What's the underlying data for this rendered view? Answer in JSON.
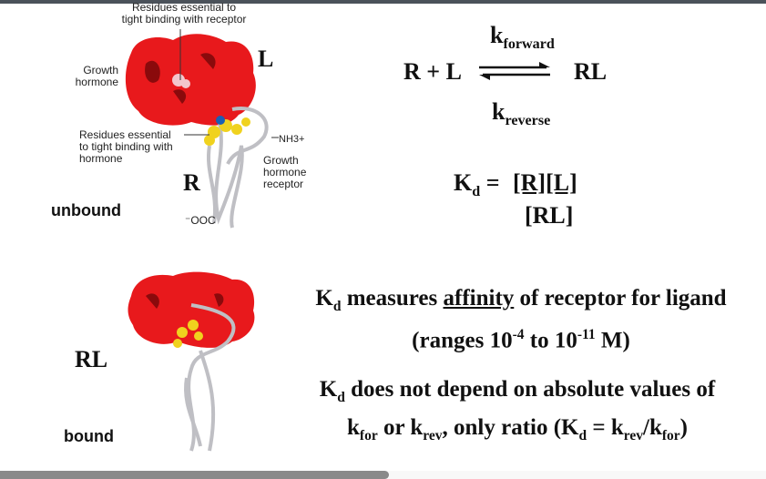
{
  "slide": {
    "unbound_figure": {
      "top_annotation": [
        "Residues essential to",
        "tight binding with receptor"
      ],
      "hormone_label": [
        "Growth",
        "hormone"
      ],
      "receptor_annotation": [
        "Residues essential",
        "to tight binding with",
        "hormone"
      ],
      "nh3": "NH3+",
      "receptor_label": [
        "Growth",
        "hormone",
        "receptor"
      ],
      "ooc": "⁻OOC",
      "L": "L",
      "R": "R",
      "state": "unbound"
    },
    "bound_figure": {
      "RL": "RL",
      "state": "bound"
    },
    "equation": {
      "k_forward": "k",
      "k_forward_sub": "forward",
      "lhs": "R + L",
      "rhs": "RL",
      "k_reverse": "k",
      "k_reverse_sub": "reverse"
    },
    "kd_formula": {
      "K": "K",
      "sub": "d",
      "eq": "=",
      "numerator": "[R][L]",
      "denominator": "[RL]"
    },
    "statement1": {
      "K": "K",
      "sub": "d",
      "text1": " measures ",
      "underlined": "affinity",
      "text2": " of receptor for ligand",
      "line2_a": "(ranges 10",
      "exp1": "-4",
      "line2_b": " to 10",
      "exp2": "-11",
      "line2_c": " M)"
    },
    "statement2": {
      "K": "K",
      "sub": "d",
      "text1": " does not depend on absolute values of",
      "k1": "k",
      "k1sub": "for",
      "or": " or k",
      "k2sub": "rev",
      "text2": ", only ratio (K",
      "sub2": "d",
      "text3": " = k",
      "k3sub": "rev",
      "slash": "/k",
      "k4sub": "for",
      "close": ")"
    }
  },
  "colors": {
    "hormone": "#e8191c",
    "receptor": "#d8d8dc",
    "residues": "#f0d21e",
    "topbar": "#4b525a",
    "scrollbar": "#8a8a8a"
  }
}
